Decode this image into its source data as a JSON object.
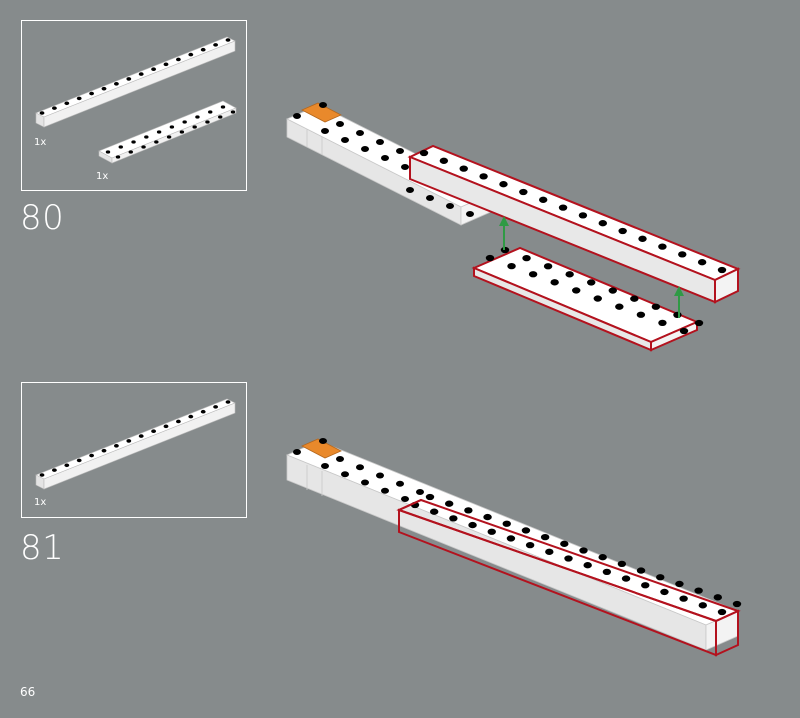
{
  "steps": [
    {
      "number": "80",
      "parts": [
        {
          "qty": "1x",
          "kind": "brick",
          "studs": 16
        },
        {
          "qty": "1x",
          "kind": "plate",
          "studs": "2x10"
        }
      ]
    },
    {
      "number": "81",
      "parts": [
        {
          "qty": "1x",
          "kind": "brick",
          "studs": 16
        }
      ]
    }
  ],
  "page_number": "66",
  "colors": {
    "background": "#868b8c",
    "highlight": "#b3121e",
    "arrow": "#2f9a45",
    "accent_brick": "#e9892b",
    "stud": "#000000",
    "piece": "#ffffff"
  }
}
